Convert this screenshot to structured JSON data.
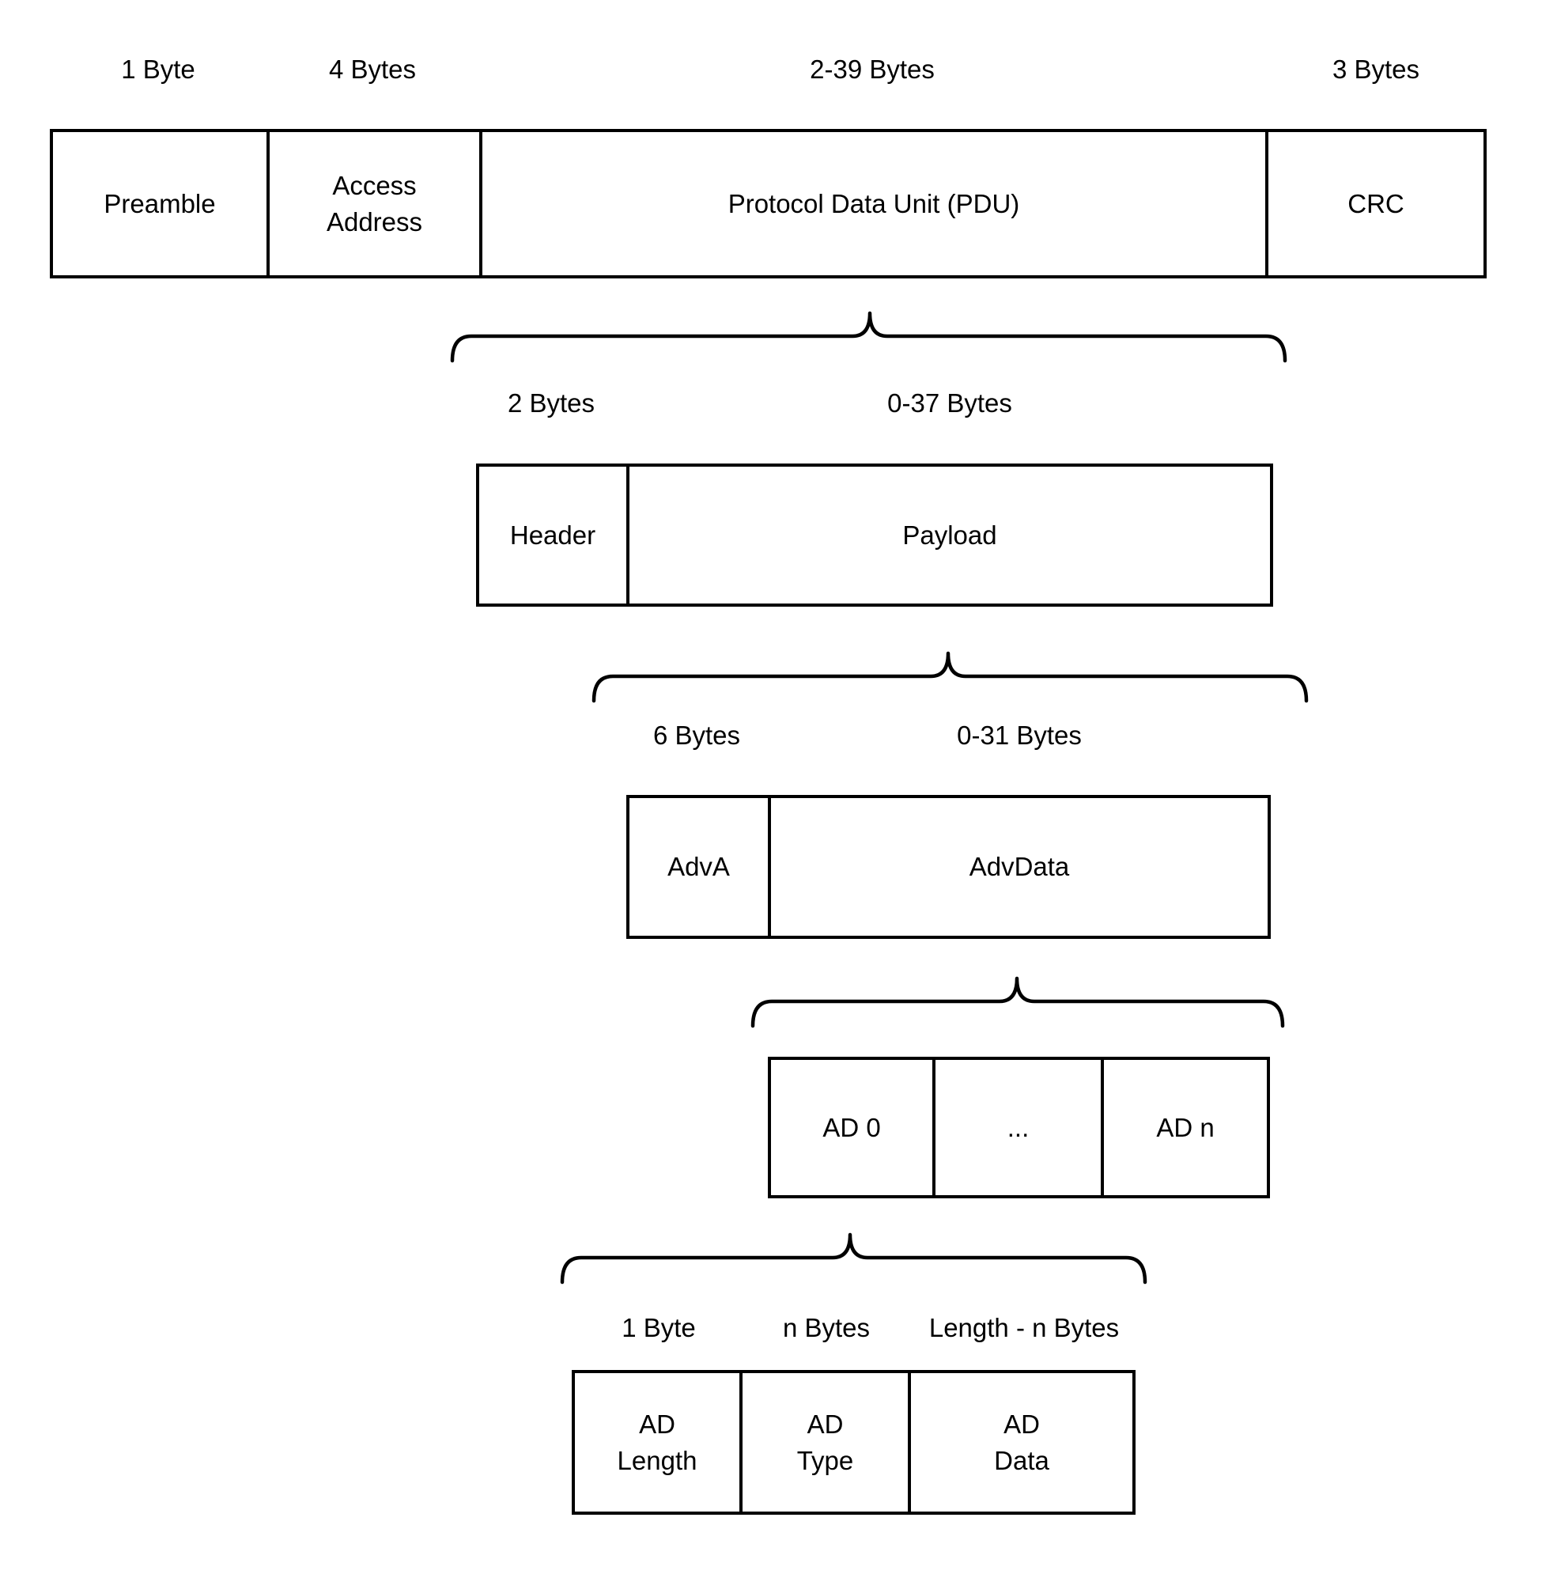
{
  "colors": {
    "line": "#000000",
    "text": "#000000",
    "background": "#ffffff"
  },
  "packet": {
    "sizes": {
      "preamble": "1 Byte",
      "access_address": "4 Bytes",
      "pdu": "2-39 Bytes",
      "crc": "3 Bytes"
    },
    "cells": {
      "preamble": "Preamble",
      "access_address": "Access Address",
      "pdu": "Protocol Data Unit (PDU)",
      "crc": "CRC"
    }
  },
  "pdu": {
    "sizes": {
      "header": "2 Bytes",
      "payload": "0-37 Bytes"
    },
    "cells": {
      "header": "Header",
      "payload": "Payload"
    }
  },
  "payload": {
    "sizes": {
      "adva": "6 Bytes",
      "advdata": "0-31 Bytes"
    },
    "cells": {
      "adva": "AdvA",
      "advdata": "AdvData"
    }
  },
  "advdata": {
    "cells": {
      "ad0": "AD 0",
      "ellipsis": "...",
      "adn": "AD n"
    }
  },
  "ad_structure": {
    "sizes": {
      "ad_length": "1 Byte",
      "ad_type": "n Bytes",
      "ad_data": "Length - n Bytes"
    },
    "cells": {
      "ad_length": "AD Length",
      "ad_type": "AD Type",
      "ad_data": "AD Data"
    }
  }
}
